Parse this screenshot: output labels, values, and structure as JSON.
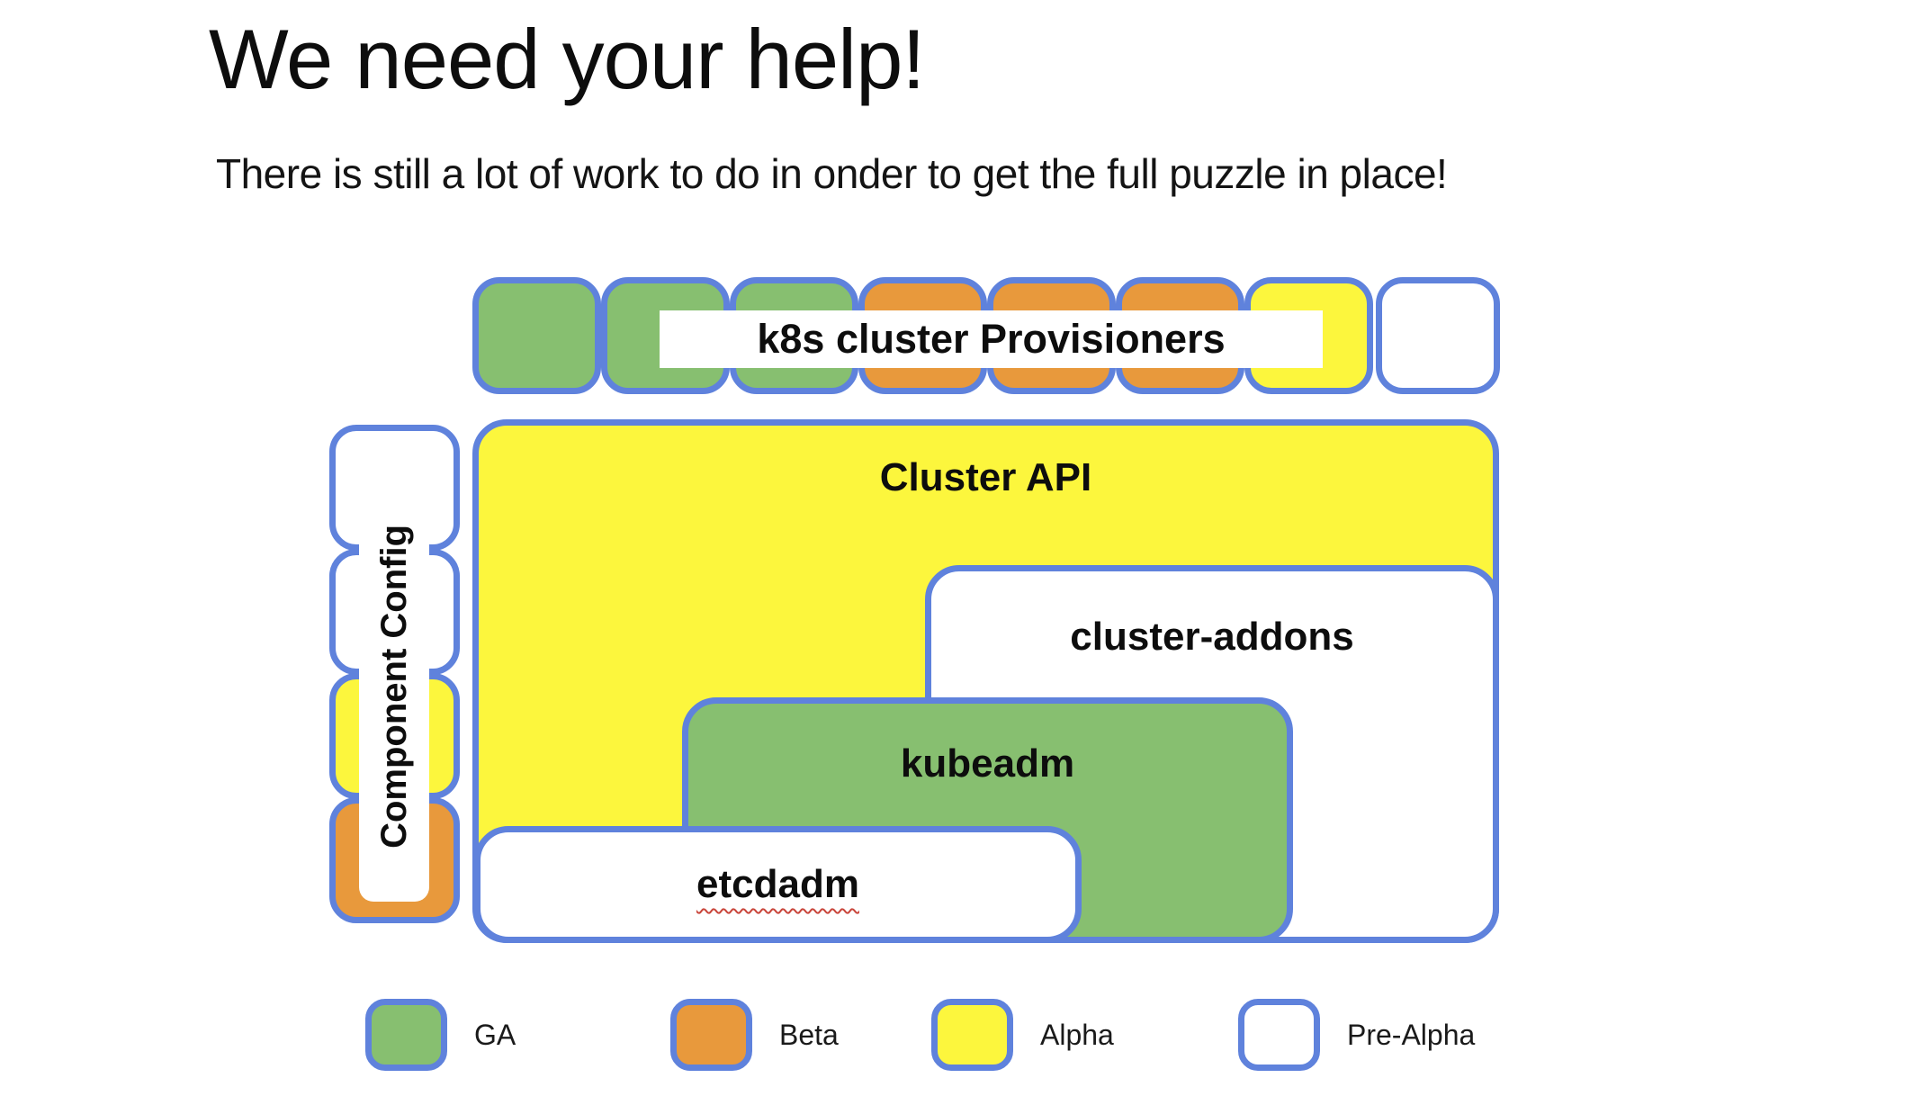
{
  "slide": {
    "title": "We need your help!",
    "subtitle": "There is still a lot of work to do in onder to get the full puzzle in place!"
  },
  "colors": {
    "border_blue": "#5F82DC",
    "ink": "#0D0D0D",
    "squiggle_red": "#C9453A",
    "background": "#FFFFFF"
  },
  "status_colors": {
    "ga": "#87BF70",
    "beta": "#E8993C",
    "alpha": "#FCF63D",
    "pre-alpha": "#FFFFFF"
  },
  "diagram": {
    "provisioners_row": {
      "label": "k8s cluster Provisioners",
      "pieces": [
        "ga",
        "ga",
        "ga",
        "beta",
        "beta",
        "beta",
        "alpha",
        "pre-alpha"
      ]
    },
    "component_config": {
      "label": "Component Config",
      "pieces": [
        "pre-alpha",
        "pre-alpha",
        "alpha",
        "beta"
      ]
    },
    "blocks": {
      "cluster_api": {
        "label": "Cluster API",
        "status": "alpha"
      },
      "cluster_addons": {
        "label": "cluster-addons",
        "status": "pre-alpha"
      },
      "kubeadm": {
        "label": "kubeadm",
        "status": "ga"
      },
      "etcdadm": {
        "label": "etcdadm",
        "status": "pre-alpha"
      }
    }
  },
  "legend": {
    "items": [
      {
        "label": "GA",
        "status": "ga"
      },
      {
        "label": "Beta",
        "status": "beta"
      },
      {
        "label": "Alpha",
        "status": "alpha"
      },
      {
        "label": "Pre-Alpha",
        "status": "pre-alpha"
      }
    ]
  }
}
